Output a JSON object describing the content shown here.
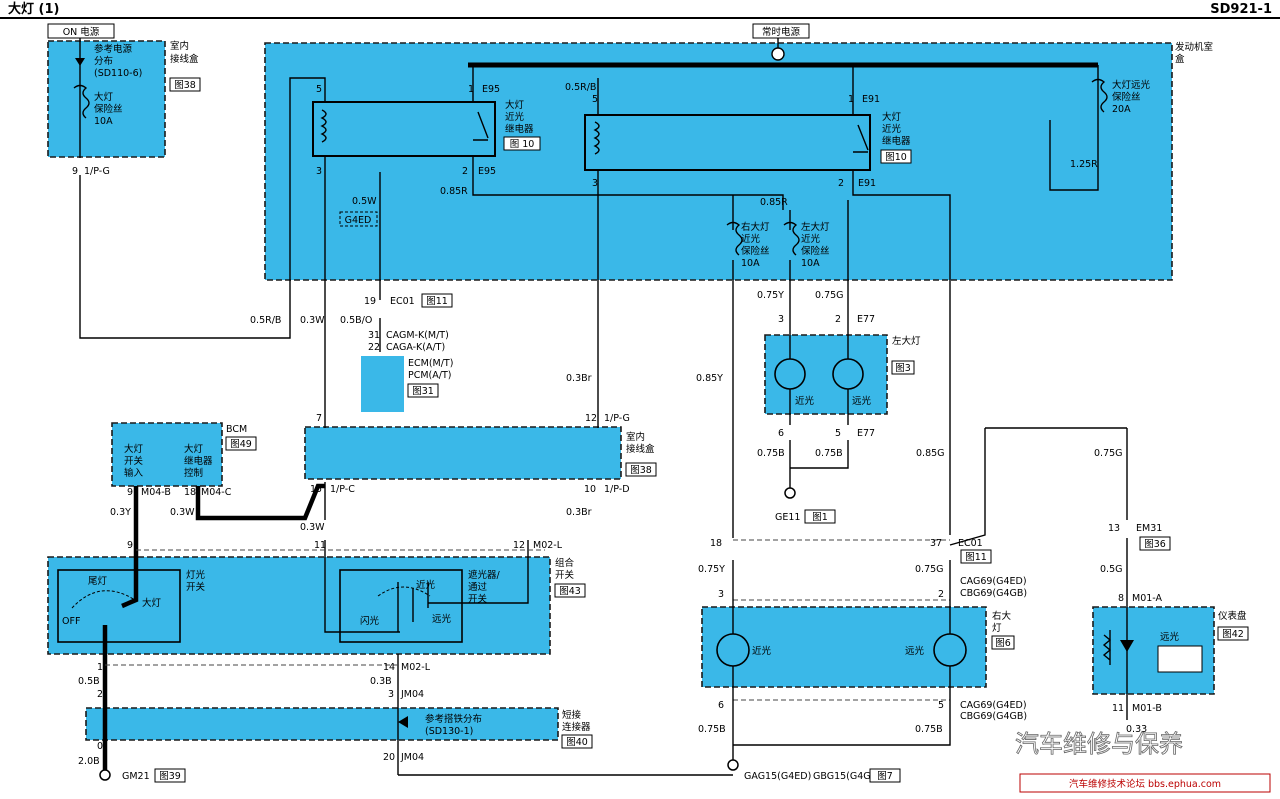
{
  "header": {
    "title": "大灯 (1)",
    "code": "SD921-1"
  },
  "power": {
    "on": "ON 电源",
    "constant": "常时电源"
  },
  "modules": {
    "inner_jb_top": [
      "室内",
      "接线盒"
    ],
    "inner_jb_ref": "图38",
    "engine_box": [
      "发动机室",
      "盒"
    ],
    "ref_power": [
      "参考电源",
      "分布",
      "(SD110-6)"
    ],
    "headlamp_fuse": [
      "大灯",
      "保险丝",
      "10A"
    ],
    "high_fuse": [
      "大灯远光",
      "保险丝",
      "20A"
    ],
    "low_relay_e95": [
      "大灯",
      "近光",
      "继电器"
    ],
    "low_relay_e95_ref": "图 10",
    "low_relay_e91": [
      "大灯",
      "近光",
      "继电器"
    ],
    "low_relay_e91_ref": "图10",
    "rh_low_fuse": [
      "右大灯",
      "近光",
      "保险丝",
      "10A"
    ],
    "lh_low_fuse": [
      "左大灯",
      "近光",
      "保险丝",
      "10A"
    ],
    "g4ed": "G4ED",
    "ecm": [
      "ECM(M/T)",
      "PCM(A/T)"
    ],
    "ecm_ref": "图31",
    "bcm": "BCM",
    "bcm_ref": "图49",
    "bcm_switch": [
      "大灯",
      "开关",
      "输入"
    ],
    "bcm_relay": [
      "大灯",
      "继电器",
      "控制"
    ],
    "inner_jb_mid": [
      "室内",
      "接线盒"
    ],
    "inner_jb_mid_ref": "图38",
    "light_switch": [
      "灯光",
      "开关"
    ],
    "combo_switch": [
      "组合",
      "开关"
    ],
    "combo_ref": "图43",
    "tail": "尾灯",
    "head": "大灯",
    "off": "OFF",
    "dimmer": [
      "遮光器/",
      "通过",
      "开关"
    ],
    "flash": "闪光",
    "low": "近光",
    "high": "远光",
    "short_conn": [
      "短接",
      "连接器"
    ],
    "short_ref": "图40",
    "ground_ref_dist": [
      "参考搭铁分布",
      "(SD130-1)"
    ],
    "lh_lamp": "左大灯",
    "lh_lamp_ref": "图3",
    "lh_low": "近光",
    "lh_high": "远光",
    "rh_lamp": [
      "右大",
      "灯"
    ],
    "rh_lamp_ref": "图6",
    "rh_low": "近光",
    "rh_high": "远光",
    "cluster": "仪表盘",
    "cluster_ref": "图42",
    "cluster_high": "远光"
  },
  "labels": {
    "pin9": "9",
    "ipg": "1/P-G",
    "e95_5": "5",
    "e95_1": "1",
    "e95": "E95",
    "e95_3": "3",
    "e95_2": "2",
    "e95b": "E95",
    "r05rb": "0.5R/B",
    "e91_5": "5",
    "e91_1": "1",
    "e91": "E91",
    "e91_3": "3",
    "e91_2": "2",
    "e91b": "E91",
    "w05w": "0.5W",
    "w085r_a": "0.85R",
    "w085r_b": "0.85R",
    "w125r": "1.25R",
    "ec01_19": "19",
    "ec01": "EC01",
    "ec01_ref": "图11",
    "w05rb": "0.5R/B",
    "w03w": "0.3W",
    "w05bo": "0.5B/O",
    "cagm_31": "31",
    "cagm": "CAGM-K(M/T)",
    "caga_22": "22",
    "caga": "CAGA-K(A/T)",
    "w075y": "0.75Y",
    "w075g": "0.75G",
    "e77_3": "3",
    "e77_2": "2",
    "e77": "E77",
    "w03br": "0.3Br",
    "w085y": "0.85Y",
    "jb7": "7",
    "jb12": "12",
    "jb_ipg": "1/P-G",
    "e77_6": "6",
    "e77_5": "5",
    "e77b": "E77",
    "w075b_a": "0.75B",
    "w075b_b": "0.75B",
    "w085g": "0.85G",
    "w075g_b": "0.75G",
    "ge11": "GE11",
    "ge11_ref": "图1",
    "m04b_9": "9",
    "m04b": "M04-B",
    "m04c_18": "18",
    "m04c": "M04-C",
    "jb15": "15",
    "ipc": "1/P-C",
    "jb10": "10",
    "ipd": "1/P-D",
    "w03y": "0.3Y",
    "w03w_b": "0.3W",
    "w03w_c": "0.3W",
    "w03br_b": "0.3Br",
    "m02l_12": "12",
    "m02l": "M02-L",
    "em31_13": "13",
    "em31": "EM31",
    "em31_ref": "图36",
    "sw9": "9",
    "sw11": "11",
    "c18": "18",
    "c37": "37",
    "ec01b": "EC01",
    "ec01b_ref": "图11",
    "w075y_b": "0.75Y",
    "w075g_c": "0.75G",
    "cag69": "CAG69(G4ED)",
    "cbg69": "CBG69(G4GB)",
    "w05g": "0.5G",
    "rh3": "3",
    "rh2": "2",
    "m01a_8": "8",
    "m01a": "M01-A",
    "sw1": "1",
    "w05b": "0.5B",
    "sw14": "14",
    "m02l_b": "M02-L",
    "w03b": "0.3B",
    "sw2": "2",
    "sw3": "3",
    "jm04": "JM04",
    "rh6": "6",
    "rh5": "5",
    "cag69b": "CAG69(G4ED)",
    "cbg69b": "CBG69(G4GB)",
    "m01b_11": "11",
    "m01b": "M01-B",
    "w075b_c": "0.75B",
    "w075b_d": "0.75B",
    "w033": "0.33",
    "sw_0": "0",
    "w20b": "2.0B",
    "gm21": "GM21",
    "gm21_ref": "图39",
    "jm04_20": "20",
    "jm04b": "JM04",
    "gag15": "GAG15(G4ED)",
    "gbg15": "GBG15(G4GB)",
    "gag_ref": "图7"
  },
  "watermark": {
    "brand": "汽车维修与保养",
    "forum": "汽车维修技术论坛 bbs.ephua.com"
  }
}
